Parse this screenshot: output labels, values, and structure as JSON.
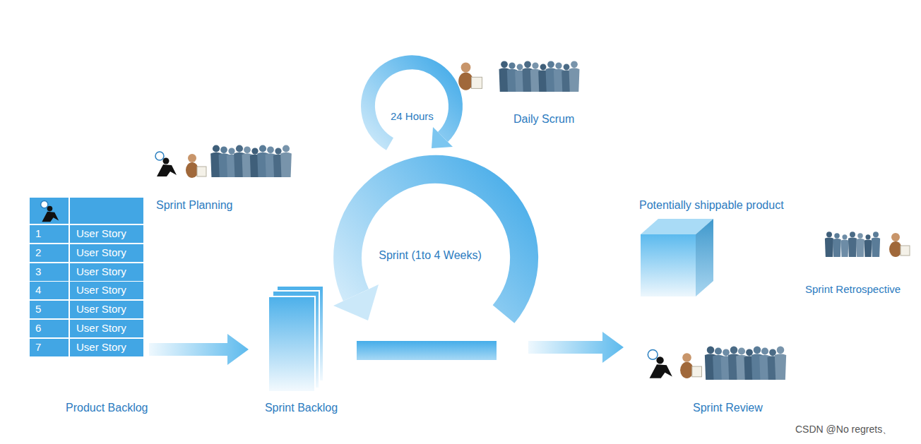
{
  "diagram": {
    "nodes": [
      {
        "text": [
          "Product Backlog"
        ]
      },
      {
        "text": [
          "Sprint Backlog"
        ]
      },
      {
        "text": [
          "Sprint (1to 4 Weeks)"
        ]
      },
      {
        "text": [
          "Potentially shippable product"
        ]
      },
      {
        "text": [
          "Sprint Review"
        ]
      }
    ],
    "edges": [
      {
        "from": 0,
        "to": 1,
        "arrow": "to"
      },
      {
        "from": 2,
        "to": 4,
        "arrow": "to"
      }
    ],
    "labels": [
      "1",
      "User Story",
      "2",
      "User Story",
      "3",
      "User Story",
      "4",
      "User Story",
      "5",
      "User Story",
      "6",
      "User Story",
      "7",
      "User Story",
      "Sprint Planning",
      "24 Hours",
      "Daily Scrum",
      "Sprint Retrospective",
      "CSDN @No regrets、"
    ]
  }
}
